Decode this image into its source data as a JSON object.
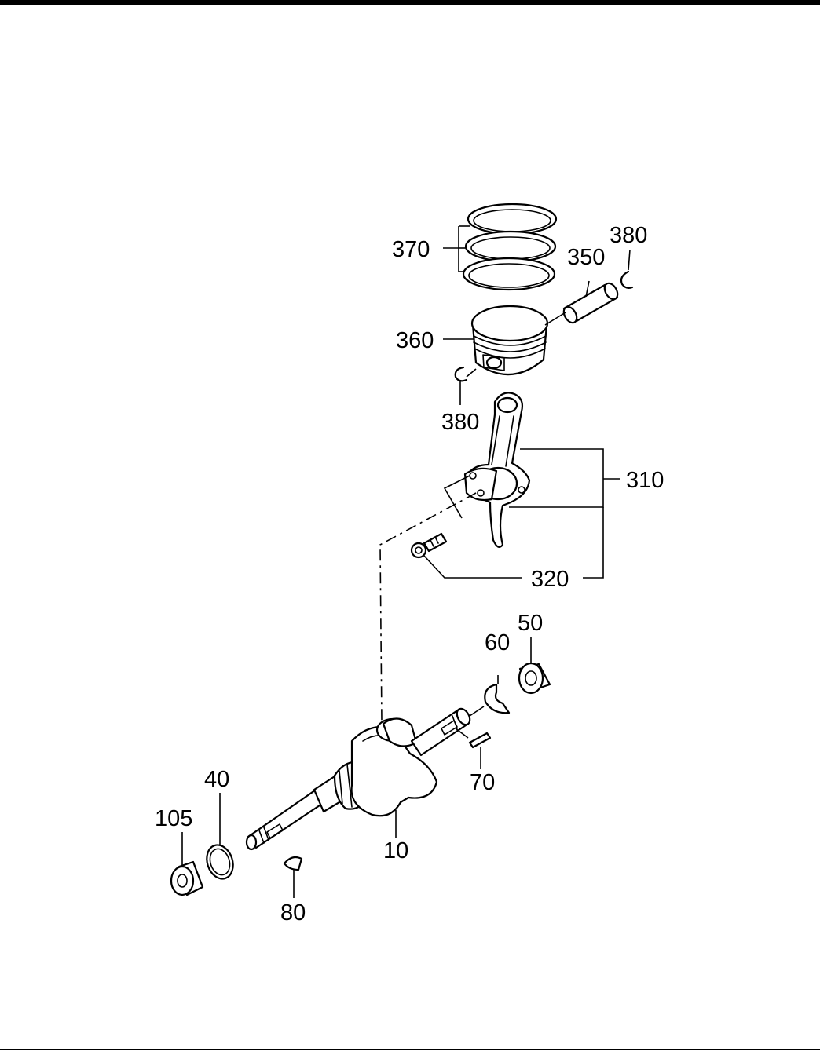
{
  "callouts": {
    "c370": "370",
    "c380a": "380",
    "c350": "350",
    "c360": "360",
    "c380b": "380",
    "c310": "310",
    "c320": "320",
    "c50": "50",
    "c60": "60",
    "c70": "70",
    "c40": "40",
    "c105": "105",
    "c10": "10",
    "c80": "80"
  }
}
